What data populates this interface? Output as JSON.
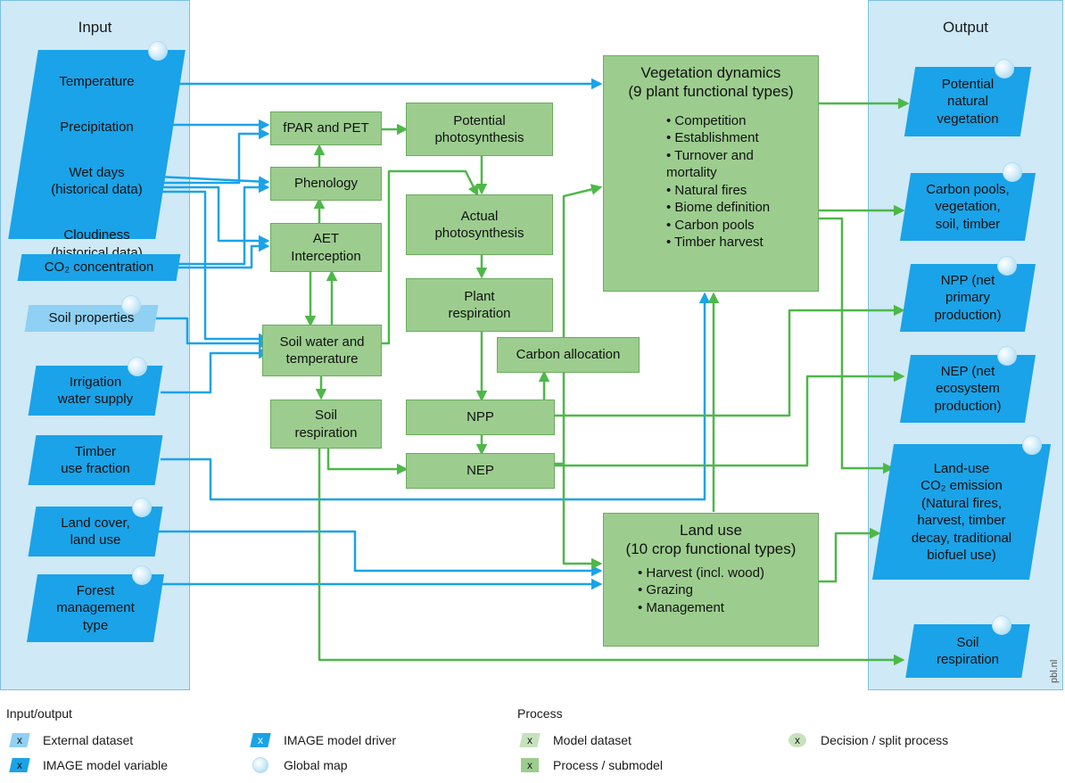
{
  "input_panel": {
    "title": "Input"
  },
  "output_panel": {
    "title": "Output"
  },
  "inputs": {
    "climate": [
      "Temperature",
      "Precipitation",
      "Wet days\n(historical data)",
      "Cloudiness\n(historical data)"
    ],
    "co2": "CO₂ concentration",
    "soil_properties": "Soil properties",
    "irrigation": "Irrigation\nwater supply",
    "timber": "Timber\nuse fraction",
    "land_cover": "Land cover,\nland use",
    "forest": "Forest\nmanagement\ntype"
  },
  "processes": {
    "fpar": "fPAR and PET",
    "phenology": "Phenology",
    "aet": "AET\nInterception",
    "soil_water": "Soil water and\ntemperature",
    "soil_resp": "Soil\nrespiration",
    "pot_photo": "Potential\nphotosynthesis",
    "act_photo": "Actual\nphotosynthesis",
    "plant_resp": "Plant\nrespiration",
    "carbon_alloc": "Carbon allocation",
    "npp": "NPP",
    "nep": "NEP"
  },
  "vegetation": {
    "title": "Vegetation dynamics\n(9 plant functional types)",
    "items": [
      "Competition",
      "Establishment",
      "Turnover and\nmortality",
      "Natural fires",
      "Biome definition",
      "Carbon pools",
      "Timber harvest"
    ]
  },
  "land_use": {
    "title": "Land use\n(10 crop functional types)",
    "items": [
      "Harvest (incl. wood)",
      "Grazing",
      "Management"
    ]
  },
  "outputs": {
    "pnv": "Potential\nnatural\nvegetation",
    "carbon_pools": "Carbon pools,\nvegetation,\nsoil, timber",
    "npp": "NPP (net\nprimary\nproduction)",
    "nep": "NEP (net\necosystem\nproduction)",
    "land_use_co2": "Land-use\nCO₂ emission\n(Natural fires,\nharvest, timber\ndecay, traditional\nbiofuel use)",
    "soil_resp": "Soil\nrespiration"
  },
  "credit": "pbl.nl",
  "legend": {
    "io_header": "Input/output",
    "process_header": "Process",
    "swatch_symbol": "x",
    "external_dataset": "External dataset",
    "model_variable": "IMAGE model variable",
    "model_driver": "IMAGE model driver",
    "global_map": "Global map",
    "model_dataset": "Model dataset",
    "decision": "Decision / split process",
    "process_submodel": "Process / submodel"
  },
  "colors": {
    "blue": "#1aa3e8",
    "light_blue": "#8fd0f3",
    "panel": "#cfe9f7",
    "green_box": "#9ccd8f",
    "green_line": "#4db848"
  },
  "icons": [
    "globe-icon",
    "arrow-icon"
  ]
}
